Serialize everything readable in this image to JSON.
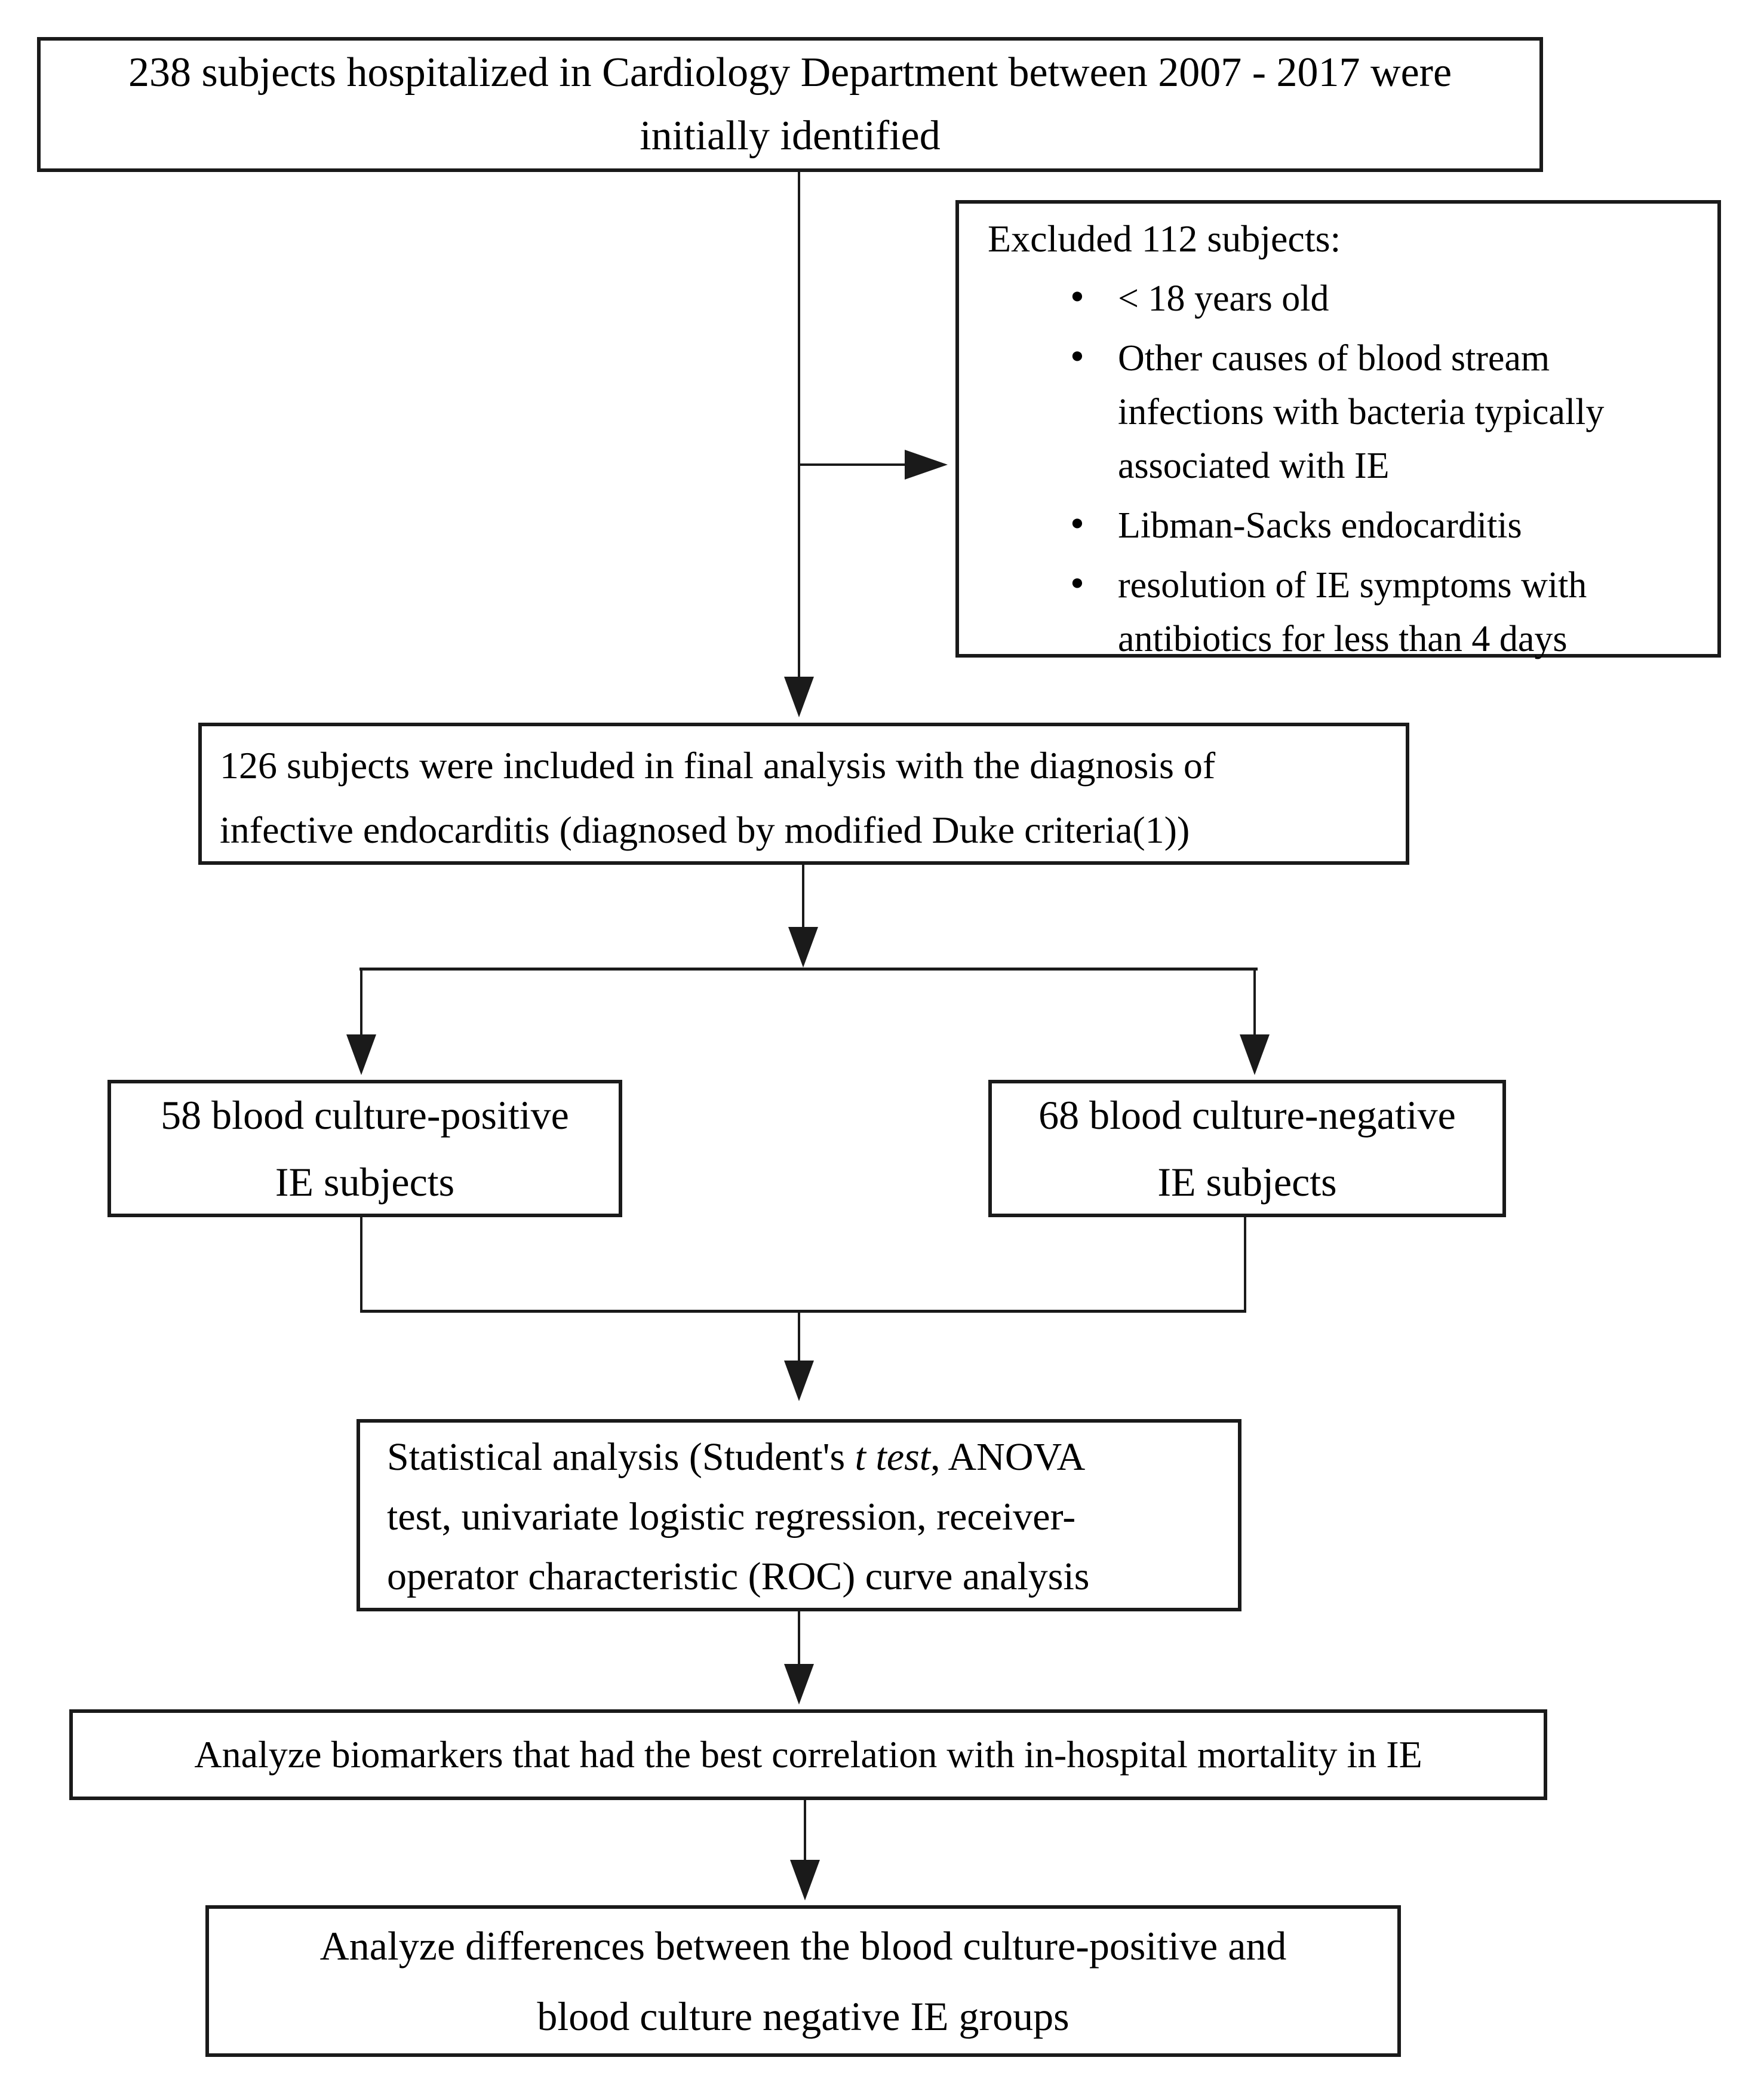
{
  "colors": {
    "line": "#1a1a1a",
    "background": "#ffffff",
    "text": "#000000"
  },
  "boxes": {
    "initial": {
      "lines": [
        "238 subjects hospitalized in Cardiology Department between 2007 - 2017 were",
        "initially identified"
      ]
    },
    "excluded": {
      "title": "Excluded 112 subjects:",
      "bullet_glyph": "•",
      "bullets": [
        {
          "lines": [
            "< 18 years old"
          ]
        },
        {
          "lines": [
            "Other causes of blood stream",
            "infections with bacteria typically",
            "associated with IE"
          ]
        },
        {
          "lines": [
            "Libman-Sacks endocarditis"
          ]
        },
        {
          "lines": [
            "resolution of IE symptoms with",
            "antibiotics for less than 4 days"
          ]
        }
      ]
    },
    "included": {
      "lines": [
        "126 subjects were included in final analysis with the diagnosis of",
        "infective endocarditis (diagnosed by modified Duke criteria(1))"
      ]
    },
    "culture_positive": {
      "lines": [
        "58 blood culture-positive",
        "IE subjects"
      ]
    },
    "culture_negative": {
      "lines": [
        "68 blood culture-negative",
        "IE subjects"
      ]
    },
    "statistical": {
      "line1_pre": "Statistical analysis (Student's ",
      "line1_italic": "t test",
      "line1_post": ", ANOVA",
      "line2": "test, univariate logistic regression, receiver-",
      "line3": "operator characteristic (ROC) curve analysis"
    },
    "biomarkers": {
      "text": "Analyze biomarkers that had the best correlation with in-hospital mortality in IE"
    },
    "differences": {
      "lines": [
        "Analyze differences between the blood culture-positive and",
        "blood culture negative IE groups"
      ]
    }
  }
}
